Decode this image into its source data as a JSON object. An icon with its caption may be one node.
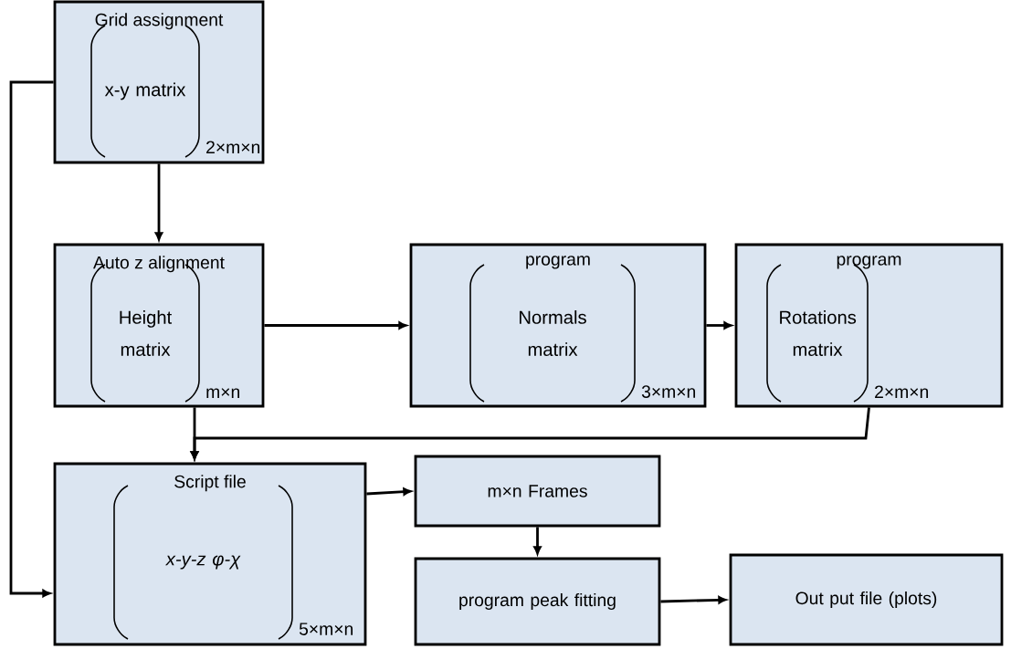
{
  "diagram": {
    "nodes": [
      {
        "text": [
          "Grid assignment",
          "x-y matrix",
          "2×m×n"
        ]
      },
      {
        "text": [
          "Auto z alignment",
          "Height matrix",
          "m×n"
        ]
      },
      {
        "text": [
          "program",
          "Normals matrix",
          "3×m×n"
        ]
      },
      {
        "text": [
          "program",
          "Rotations matrix",
          "2×m×n"
        ]
      },
      {
        "text": [
          "Script file",
          "x-y-z φ-χ",
          "5×m×n"
        ]
      },
      {
        "text": [
          "m×n Frames"
        ]
      },
      {
        "text": [
          "program peak fitting"
        ]
      },
      {
        "text": [
          "Out put file (plots)"
        ]
      }
    ],
    "edges": [
      {
        "from": 0,
        "to": 1,
        "arrow": "to"
      },
      {
        "from": 1,
        "to": 2,
        "arrow": "to"
      },
      {
        "from": 2,
        "to": 3,
        "arrow": "to"
      },
      {
        "from": 3,
        "to": 4,
        "arrow": "to"
      },
      {
        "from": 1,
        "to": 4,
        "arrow": "to"
      },
      {
        "from": 0,
        "to": 4,
        "arrow": "to"
      },
      {
        "from": 4,
        "to": 5,
        "arrow": "to"
      },
      {
        "from": 5,
        "to": 6,
        "arrow": "to"
      },
      {
        "from": 6,
        "to": 7,
        "arrow": "to"
      }
    ]
  }
}
